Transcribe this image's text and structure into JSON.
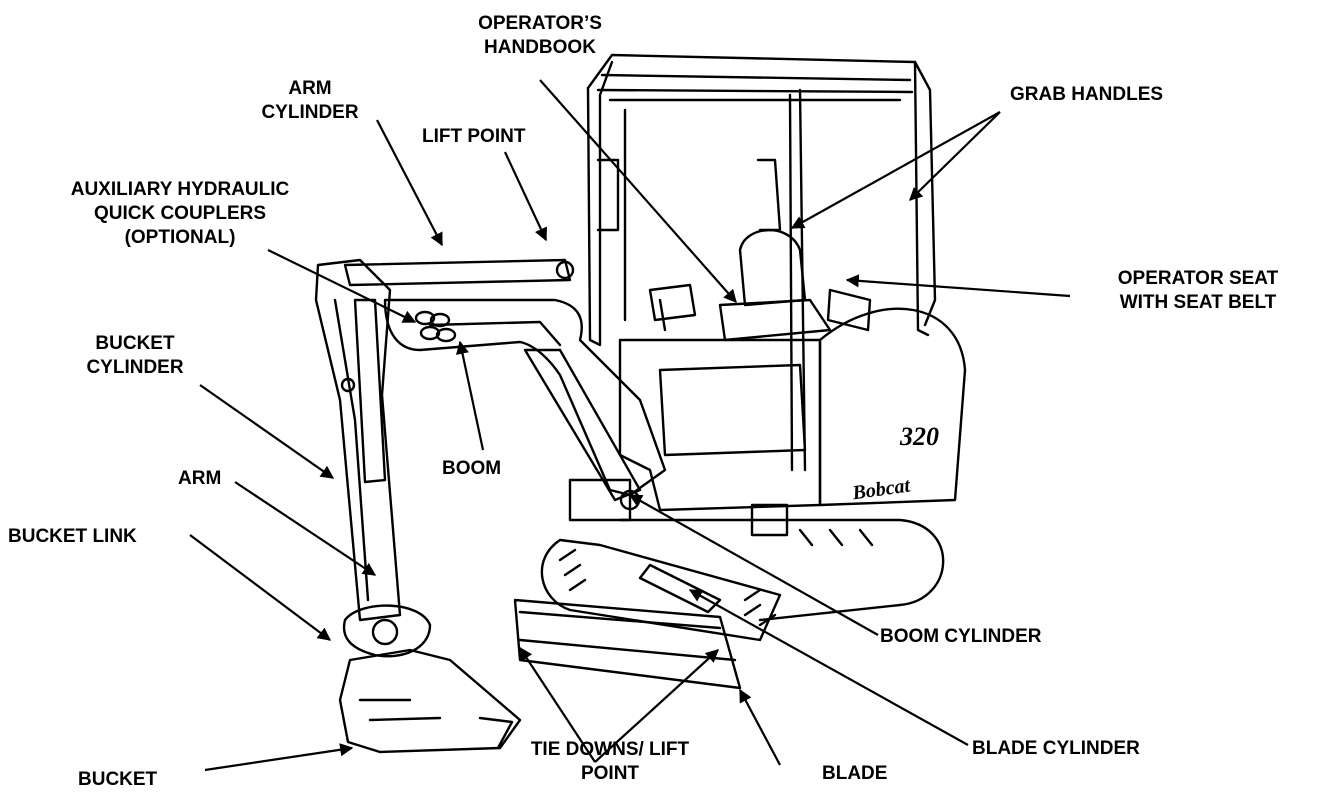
{
  "labels": {
    "operators_handbook": [
      "OPERATOR’S",
      "HANDBOOK"
    ],
    "arm_cylinder": [
      "ARM",
      "CYLINDER"
    ],
    "lift_point": "LIFT POINT",
    "grab_handles": "GRAB HANDLES",
    "aux_couplers": [
      "AUXILIARY HYDRAULIC",
      "QUICK COUPLERS",
      "(OPTIONAL)"
    ],
    "operator_seat": [
      "OPERATOR SEAT",
      "WITH SEAT BELT"
    ],
    "bucket_cylinder": [
      "BUCKET",
      "CYLINDER"
    ],
    "boom": "BOOM",
    "arm": "ARM",
    "bucket_link": "BUCKET LINK",
    "boom_cylinder": "BOOM CYLINDER",
    "tie_downs": [
      "TIE DOWNS/ LIFT",
      "POINT"
    ],
    "blade_cylinder": "BLADE CYLINDER",
    "blade": "BLADE",
    "bucket": "BUCKET"
  },
  "machine_badge": "320",
  "brand_badge": "Bobcat"
}
